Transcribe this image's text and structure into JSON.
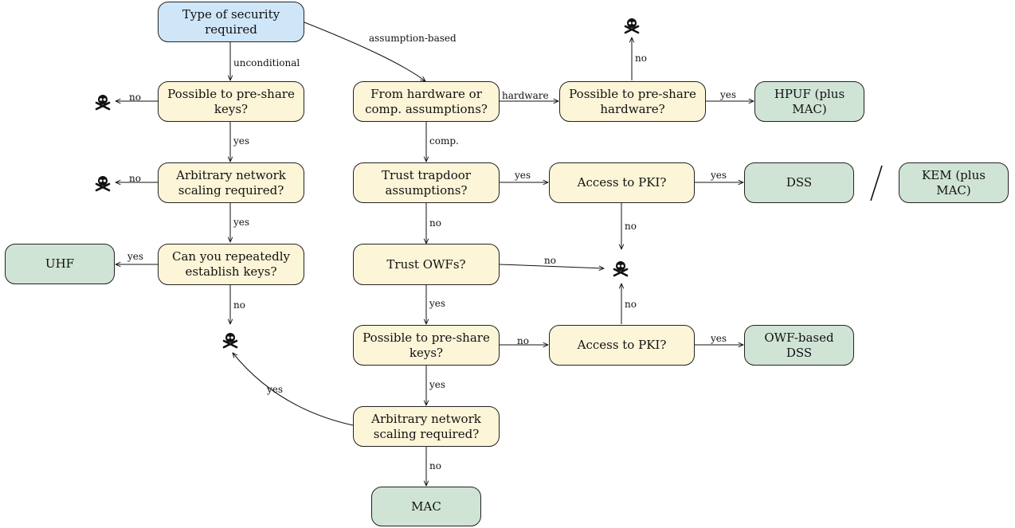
{
  "nodes": {
    "start": "Type of security required",
    "q_preshare_keys_1": "Possible to pre-share keys?",
    "q_arbitrary_1": "Arbitrary network scaling required?",
    "q_repeat_keys": "Can you repeatedly establish keys?",
    "uhf": "UHF",
    "q_hw_or_comp": "From hardware or comp. assumptions?",
    "q_preshare_hw": "Possible to pre-share hardware?",
    "hpuf": "HPUF (plus MAC)",
    "q_trapdoor": "Trust trapdoor assumptions?",
    "q_pki_1": "Access to PKI?",
    "dss": "DSS",
    "slash": "/",
    "kem": "KEM (plus MAC)",
    "q_owf": "Trust OWFs?",
    "q_preshare_keys_2": "Possible to pre-share keys?",
    "q_pki_2": "Access to PKI?",
    "owf_dss": "OWF-based DSS",
    "q_arbitrary_2": "Arbitrary network scaling required?",
    "mac": "MAC"
  },
  "edge_labels": {
    "assumption_based": "assumption-based",
    "unconditional": "unconditional",
    "no_a": "no",
    "yes_a": "yes",
    "no_b": "no",
    "yes_b": "yes",
    "yes_uhf": "yes",
    "no_c": "no",
    "yes_back": "yes",
    "hardware": "hardware",
    "comp": "comp.",
    "no_hw": "no",
    "yes_hpuf": "yes",
    "yes_trapdoor": "yes",
    "yes_dss": "yes",
    "no_pki1": "no",
    "no_trapdoor": "no",
    "no_owf": "no",
    "yes_owf": "yes",
    "no_pki2": "no",
    "no_preshare2": "no",
    "yes_owfdss": "yes",
    "yes_preshare2": "yes",
    "no_mac": "no"
  },
  "colors": {
    "start_fill": "#cfe6f8",
    "question_fill": "#fdf5d8",
    "leaf_fill": "#d0e4d6",
    "stroke": "#222222"
  },
  "icons": {
    "failure": "skull-crossbones-icon"
  }
}
